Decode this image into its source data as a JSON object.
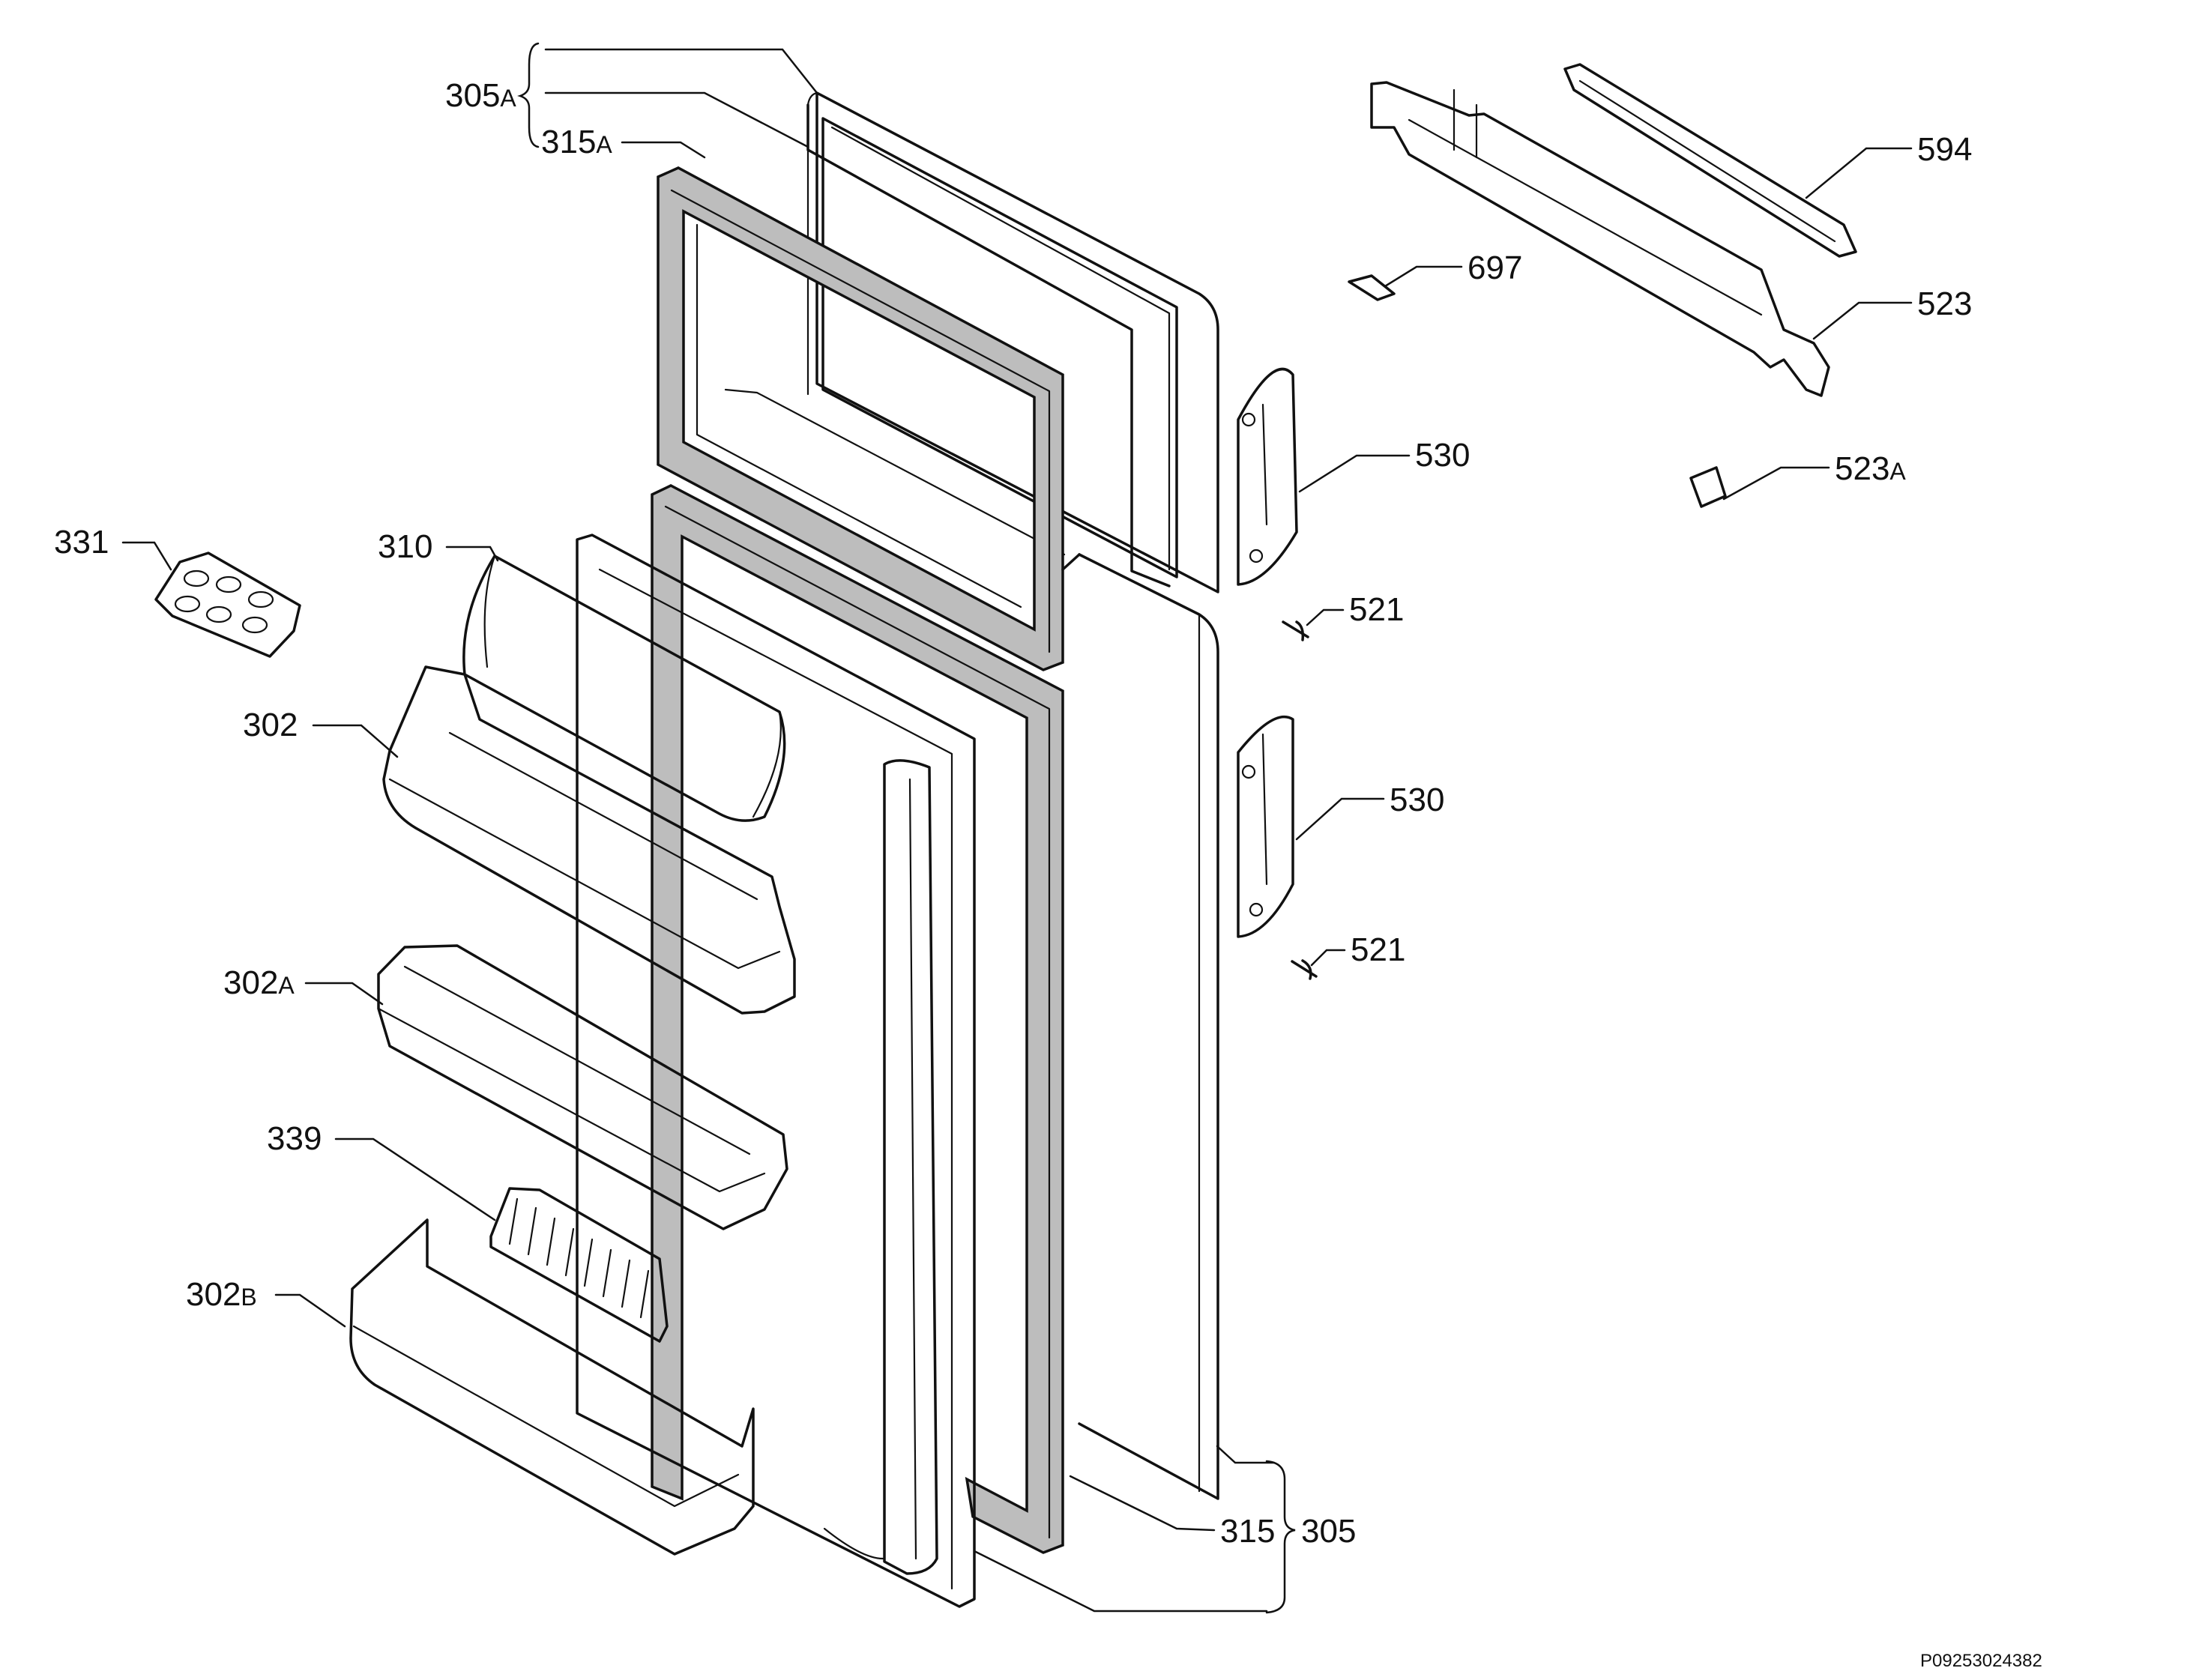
{
  "diagram": {
    "document_id": "P09253024382",
    "callouts": {
      "c305A": {
        "number": "305",
        "suffix": "A"
      },
      "c315A": {
        "number": "315",
        "suffix": "A"
      },
      "c331": {
        "number": "331",
        "suffix": ""
      },
      "c310": {
        "number": "310",
        "suffix": ""
      },
      "c302": {
        "number": "302",
        "suffix": ""
      },
      "c302A": {
        "number": "302",
        "suffix": "A"
      },
      "c339": {
        "number": "339",
        "suffix": ""
      },
      "c302B": {
        "number": "302",
        "suffix": "B"
      },
      "c594": {
        "number": "594",
        "suffix": ""
      },
      "c697": {
        "number": "697",
        "suffix": ""
      },
      "c523": {
        "number": "523",
        "suffix": ""
      },
      "c530a": {
        "number": "530",
        "suffix": ""
      },
      "c523A": {
        "number": "523",
        "suffix": "A"
      },
      "c521a": {
        "number": "521",
        "suffix": ""
      },
      "c530b": {
        "number": "530",
        "suffix": ""
      },
      "c521b": {
        "number": "521",
        "suffix": ""
      },
      "c315": {
        "number": "315",
        "suffix": ""
      },
      "c305": {
        "number": "305",
        "suffix": ""
      }
    }
  }
}
